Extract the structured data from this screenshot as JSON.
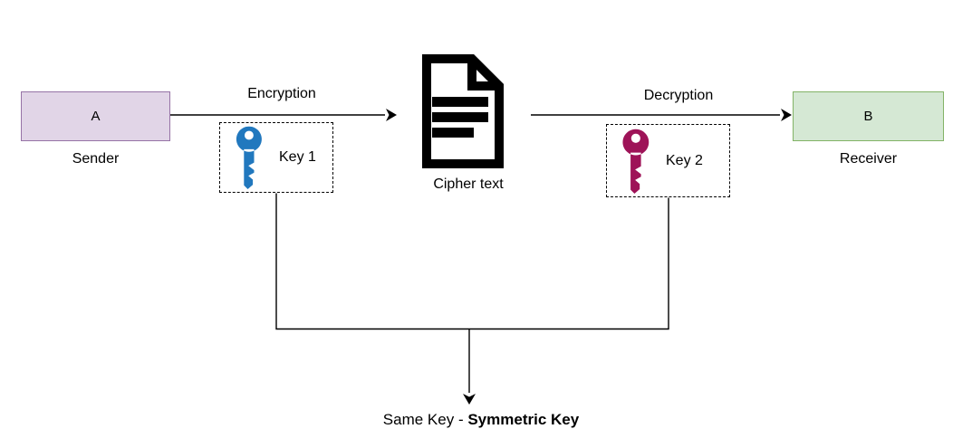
{
  "colors": {
    "line": "#000000",
    "icon_ink": "#000000",
    "sender_fill": "#E1D5E7",
    "sender_stroke": "#9673A6",
    "receiver_fill": "#D5E8D4",
    "receiver_stroke": "#82B366",
    "key1": "#2178BE",
    "key2": "#9E1358"
  },
  "nodes": {
    "sender": {
      "label": "A",
      "caption": "Sender"
    },
    "receiver": {
      "label": "B",
      "caption": "Receiver"
    },
    "cipher": {
      "caption": "Cipher text"
    }
  },
  "edges": {
    "encryption": {
      "label": "Encryption"
    },
    "decryption": {
      "label": "Decryption"
    }
  },
  "keys": {
    "key1": {
      "label": "Key 1"
    },
    "key2": {
      "label": "Key 2"
    }
  },
  "footer": {
    "prefix": "Same Key - ",
    "emphasis": "Symmetric Key"
  }
}
